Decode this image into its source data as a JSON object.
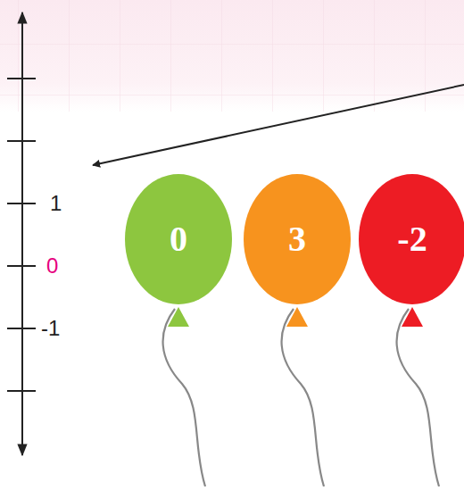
{
  "diagram": {
    "nodes": [
      {
        "text": [
          "0"
        ]
      },
      {
        "text": [
          "3"
        ]
      },
      {
        "text": [
          "-2"
        ]
      }
    ],
    "labels": [
      "1",
      "0",
      "-1"
    ]
  }
}
